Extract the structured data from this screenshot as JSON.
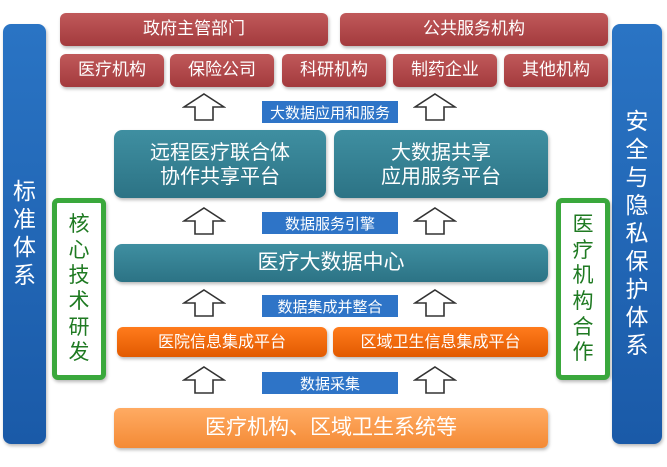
{
  "diagram": {
    "top_row": {
      "gov": "政府主管部门",
      "public": "公共服务机构"
    },
    "orgs": [
      "医疗机构",
      "保险公司",
      "科研机构",
      "制药企业",
      "其他机构"
    ],
    "layers": {
      "app_service": "大数据应用和服务",
      "remote_platform": "远程医疗联合体\n协作共享平台",
      "share_platform": "大数据共享\n应用服务平台",
      "data_engine": "数据服务引擎",
      "data_center": "医疗大数据中心",
      "integration": "数据集成并整合",
      "hospital_platform": "医院信息集成平台",
      "regional_platform": "区域卫生信息集成平台",
      "collection": "数据采集",
      "bottom": "医疗机构、区域卫生系统等"
    },
    "sides": {
      "standards": "标准体系",
      "core_tech": "核心技术研发",
      "cooperation": "医疗机构合作",
      "security": "安全与隐私保护体系"
    },
    "colors": {
      "red": "#b4474a",
      "teal": "#357f92",
      "orange": "#f56a0c",
      "light_orange": "#f89a4c",
      "blue": "#2162b4",
      "green": "#3aa83c",
      "label_blue": "#2e74c7"
    }
  }
}
